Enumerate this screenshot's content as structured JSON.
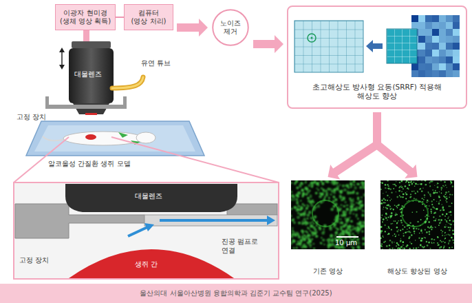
{
  "diagram": {
    "caption": "울산의대 서울아산병원 융합의학과 김준기 교수팀 연구(2025)",
    "nodes": [
      {
        "text": [
          "이광자 현미경 (생체 영상 획득)"
        ]
      },
      {
        "text": [
          "컴퓨터 (영상 처리)"
        ]
      },
      {
        "text": [
          "노이즈 제거"
        ]
      },
      {
        "text": [
          "초고해상도 방사형 요동(SRRF) 적용해 해상도 향상"
        ]
      },
      {
        "text": [
          "기존 영상"
        ]
      },
      {
        "text": [
          "해상도 향상된 영상"
        ]
      }
    ],
    "edges": [
      {
        "from": 0,
        "to": 1,
        "arrow": "none"
      },
      {
        "from": 1,
        "to": 2,
        "arrow": "to"
      },
      {
        "from": 2,
        "to": 3,
        "arrow": "to"
      },
      {
        "from": 3,
        "to": 4,
        "arrow": "to"
      },
      {
        "from": 3,
        "to": 5,
        "arrow": "to"
      }
    ],
    "labels": [
      "대물렌즈",
      "고정 장치",
      "유연 튜브",
      "알코올성 간질환 생쥐 모델",
      "대물렌즈",
      "고정 장치",
      "생쥐 간",
      "진공 펌프로 연결",
      "10 μm"
    ]
  }
}
